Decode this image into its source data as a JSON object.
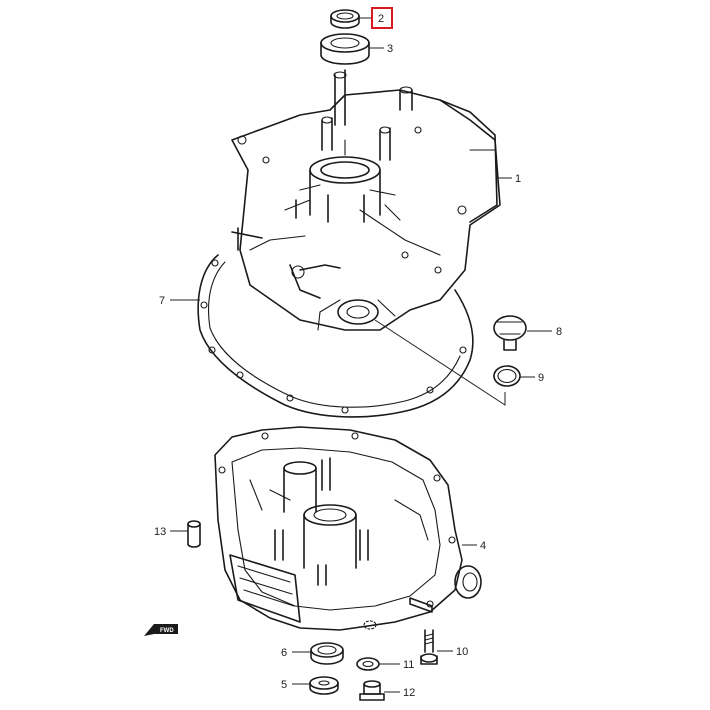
{
  "callouts": {
    "c1": "1",
    "c2": "2",
    "c3": "3",
    "c4": "4",
    "c5": "5",
    "c6": "6",
    "c7": "7",
    "c8": "8",
    "c9": "9",
    "c10": "10",
    "c11": "11",
    "c12": "12",
    "c13": "13"
  },
  "highlighted_callout": "2",
  "highlight_color": "#d8191f",
  "fwd_label": "FWD"
}
